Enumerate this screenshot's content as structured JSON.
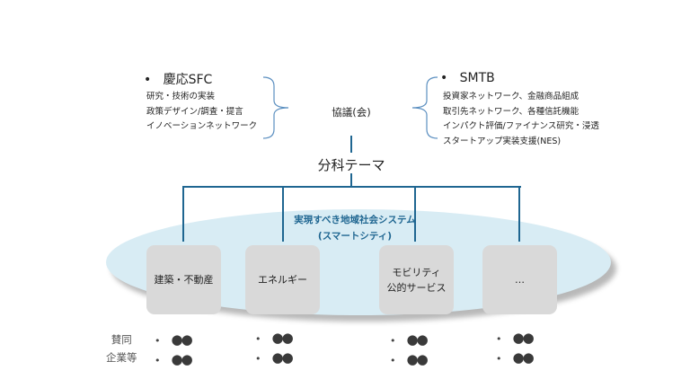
{
  "left_org": {
    "title": "慶応SFC",
    "items": [
      "研究・技術の実装",
      "政策デザイン/調査・提言",
      "イノベーションネットワーク"
    ]
  },
  "right_org": {
    "title": "SMTB",
    "items": [
      "投資家ネットワーク、金融商品組成",
      "取引先ネットワーク、各種信託機能",
      "インパクト評価/ファイナンス研究・浸透",
      "スタートアップ実装支援(NES)"
    ]
  },
  "council": "協議(会)",
  "theme": "分科テーマ",
  "system": {
    "title": "実現すべき地域社会システム",
    "subtitle": "(スマートシティ)"
  },
  "boxes": [
    "建築・不動産",
    "エネルギー",
    "モビリティ\n公的サービス",
    "…"
  ],
  "supporters": {
    "label1": "賛同",
    "label2": "企業等",
    "placeholder": "●●"
  },
  "colors": {
    "accent": "#1f6691",
    "ellipse": "#d8ecf4",
    "box": "#d9d9d9"
  }
}
